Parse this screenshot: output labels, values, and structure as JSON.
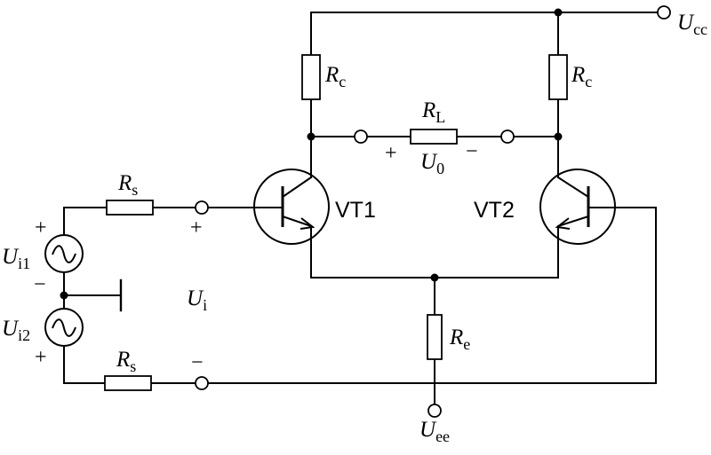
{
  "labels": {
    "ucc": {
      "main": "U",
      "sub": "cc"
    },
    "uee": {
      "main": "U",
      "sub": "ee"
    },
    "rc_left": {
      "main": "R",
      "sub": "c"
    },
    "rc_right": {
      "main": "R",
      "sub": "c"
    },
    "rl": {
      "main": "R",
      "sub": "L"
    },
    "u0": {
      "main": "U",
      "sub": "0"
    },
    "rs_top": {
      "main": "R",
      "sub": "s"
    },
    "rs_bottom": {
      "main": "R",
      "sub": "s"
    },
    "re": {
      "main": "R",
      "sub": "e"
    },
    "ui": {
      "main": "U",
      "sub": "i"
    },
    "ui1": {
      "main": "U",
      "sub": "i1"
    },
    "ui2": {
      "main": "U",
      "sub": "i2"
    },
    "vt1": "VT1",
    "vt2": "VT2"
  },
  "signs": {
    "out_plus": "+",
    "out_minus": "−",
    "in_top_plus": "+",
    "in_bottom_minus": "−",
    "ui1_plus": "+",
    "ui1_minus": "−",
    "ui2_plus": "+"
  }
}
